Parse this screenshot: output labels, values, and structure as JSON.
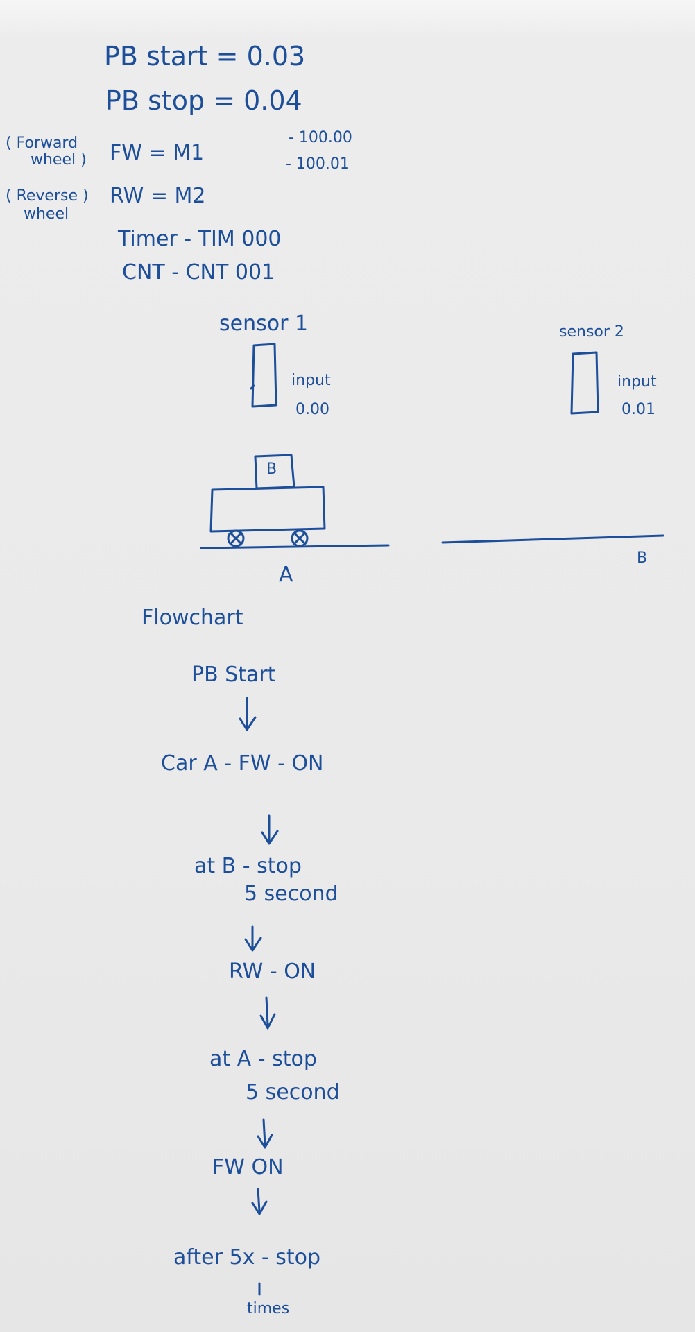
{
  "definitions": {
    "pb_start": "PB start = 0.03",
    "pb_stop": "PB stop = 0.04",
    "forward_note_1": "( Forward",
    "forward_note_2": "wheel )",
    "fw_line": "FW = M1",
    "fw_address": "- 100.00",
    "reverse_note_1": "( Reverse )",
    "reverse_note_2": "wheel",
    "rw_line": "RW = M2",
    "rw_address": "- 100.01",
    "timer": "Timer - TIM 000",
    "counter": "CNT - CNT 001"
  },
  "sensors": {
    "sensor1_label": "sensor 1",
    "sensor1_input": "input",
    "sensor1_address": "0.00",
    "sensor2_label": "sensor 2",
    "sensor2_input": "input",
    "sensor2_address": "0.01"
  },
  "track": {
    "car_box_label": "B",
    "point_a": "A",
    "point_b": "B"
  },
  "flowchart": {
    "title": "Flowchart",
    "steps": [
      "PB Start",
      "Car A - FW - ON",
      "at B - stop",
      "5 second",
      "RW - ON",
      "at A - stop",
      "5 second",
      "FW ON",
      "after 5x - stop",
      "times"
    ]
  },
  "colors": {
    "ink": "#1c4e9a",
    "paper": "#ececec"
  }
}
